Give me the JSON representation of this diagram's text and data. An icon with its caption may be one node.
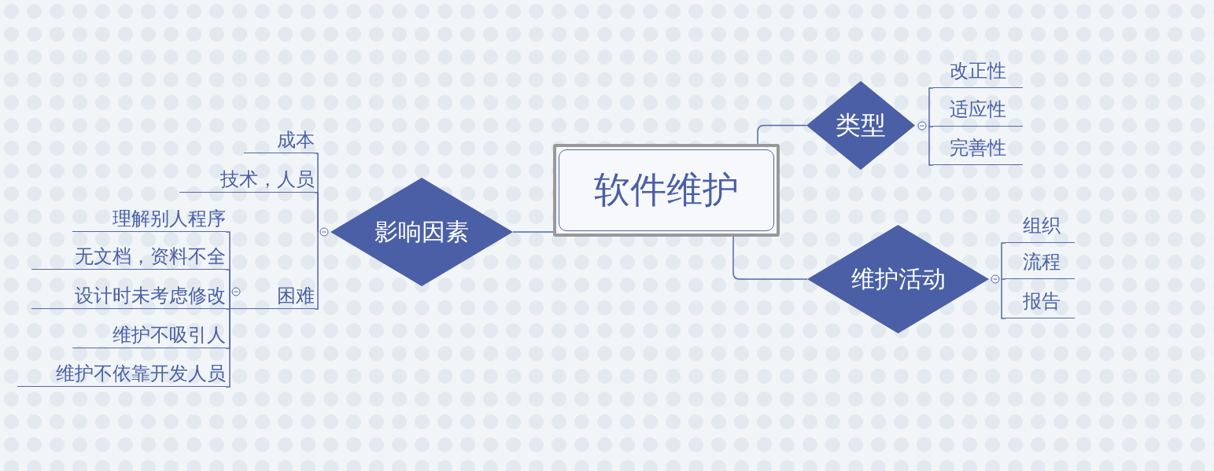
{
  "diagram": {
    "nodes": [
      {
        "text": [
          "软件维护"
        ]
      },
      {
        "text": [
          "影响因素"
        ]
      },
      {
        "text": [
          "成本"
        ]
      },
      {
        "text": [
          "技术，人员"
        ]
      },
      {
        "text": [
          "困难"
        ]
      },
      {
        "text": [
          "理解别人程序"
        ]
      },
      {
        "text": [
          "无文档，资料不全"
        ]
      },
      {
        "text": [
          "设计时未考虑修改"
        ]
      },
      {
        "text": [
          "维护不吸引人"
        ]
      },
      {
        "text": [
          "维护不依靠开发人员"
        ]
      },
      {
        "text": [
          "类型"
        ]
      },
      {
        "text": [
          "改正性"
        ]
      },
      {
        "text": [
          "适应性"
        ]
      },
      {
        "text": [
          "完善性"
        ]
      },
      {
        "text": [
          "维护活动"
        ]
      },
      {
        "text": [
          "组织"
        ]
      },
      {
        "text": [
          "流程"
        ]
      },
      {
        "text": [
          "报告"
        ]
      }
    ],
    "edges": [
      {
        "from": 0,
        "to": 1,
        "arrow": "none"
      },
      {
        "from": 1,
        "to": 2,
        "arrow": "none"
      },
      {
        "from": 1,
        "to": 3,
        "arrow": "none"
      },
      {
        "from": 1,
        "to": 4,
        "arrow": "none"
      },
      {
        "from": 4,
        "to": 5,
        "arrow": "none"
      },
      {
        "from": 4,
        "to": 6,
        "arrow": "none"
      },
      {
        "from": 4,
        "to": 7,
        "arrow": "none"
      },
      {
        "from": 4,
        "to": 8,
        "arrow": "none"
      },
      {
        "from": 4,
        "to": 9,
        "arrow": "none"
      },
      {
        "from": 0,
        "to": 10,
        "arrow": "none"
      },
      {
        "from": 10,
        "to": 11,
        "arrow": "none"
      },
      {
        "from": 10,
        "to": 12,
        "arrow": "none"
      },
      {
        "from": 10,
        "to": 13,
        "arrow": "none"
      },
      {
        "from": 0,
        "to": 14,
        "arrow": "none"
      },
      {
        "from": 14,
        "to": 15,
        "arrow": "none"
      },
      {
        "from": 14,
        "to": 16,
        "arrow": "none"
      },
      {
        "from": 14,
        "to": 17,
        "arrow": "none"
      }
    ]
  }
}
